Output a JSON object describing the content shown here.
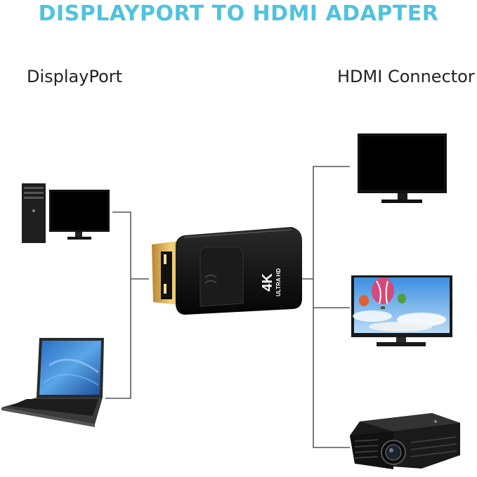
{
  "title": "DISPLAYPORT TO HDMI ADAPTER",
  "labels": {
    "left": "DisplayPort",
    "right": "HDMI Connector"
  },
  "adapter": {
    "badge_main": "4K",
    "badge_sub": "ULTRA HD"
  },
  "colors": {
    "title": "#4fc3dd",
    "line": "#333333",
    "device_dark": "#111111",
    "gold": "#e3b64e"
  },
  "icons": {
    "source_1": "desktop-pc-icon",
    "source_2": "laptop-icon",
    "target_1": "tv-icon",
    "target_2": "monitor-icon",
    "target_3": "projector-icon"
  }
}
